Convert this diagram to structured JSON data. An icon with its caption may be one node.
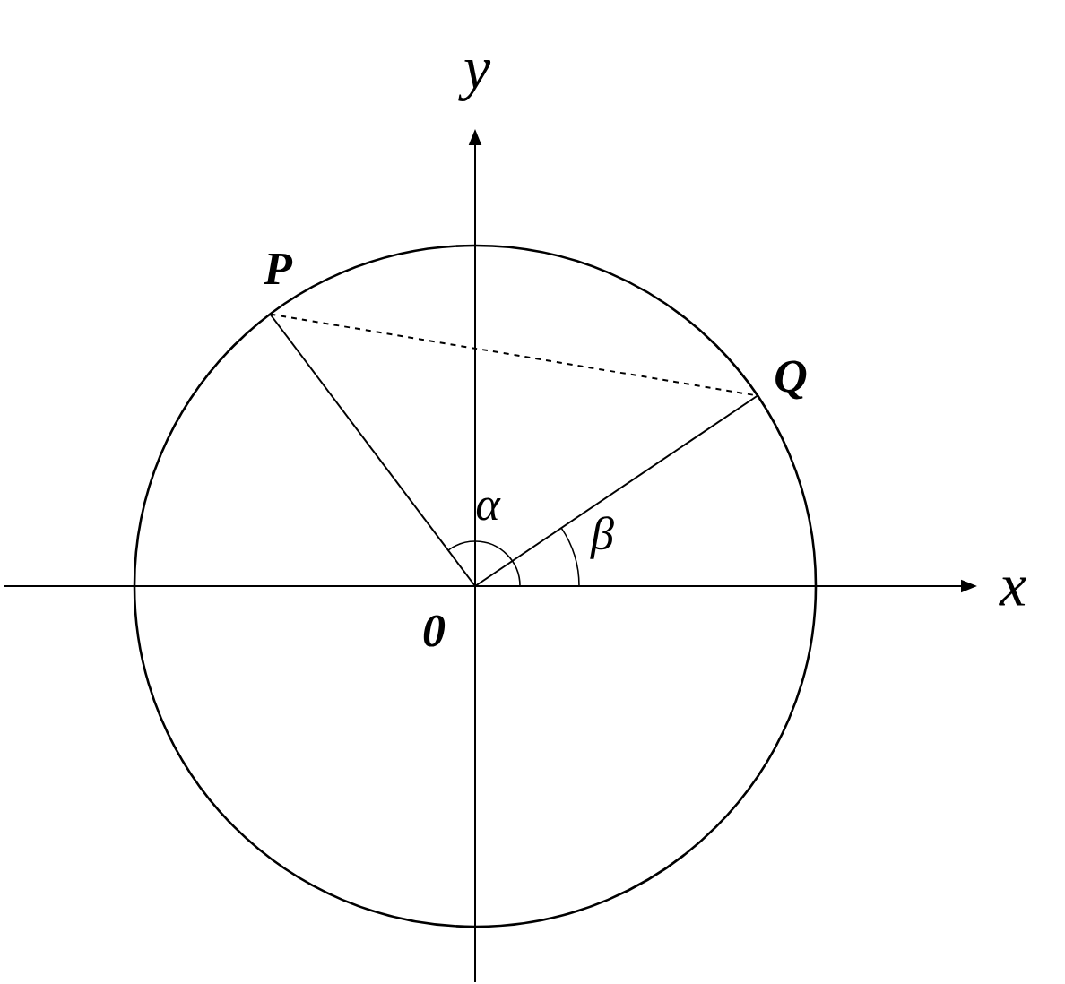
{
  "diagram": {
    "nodes": [
      {
        "text": [
          "0"
        ]
      },
      {
        "text": [
          "P"
        ]
      },
      {
        "text": [
          "Q"
        ]
      }
    ],
    "edges": [
      {
        "from": 0,
        "to": 1,
        "arrow": "none"
      },
      {
        "from": 0,
        "to": 2,
        "arrow": "none"
      },
      {
        "from": 1,
        "to": 2,
        "arrow": "none",
        "style": "dashed"
      }
    ],
    "labels": [
      "y",
      "x",
      "α",
      "β"
    ]
  }
}
